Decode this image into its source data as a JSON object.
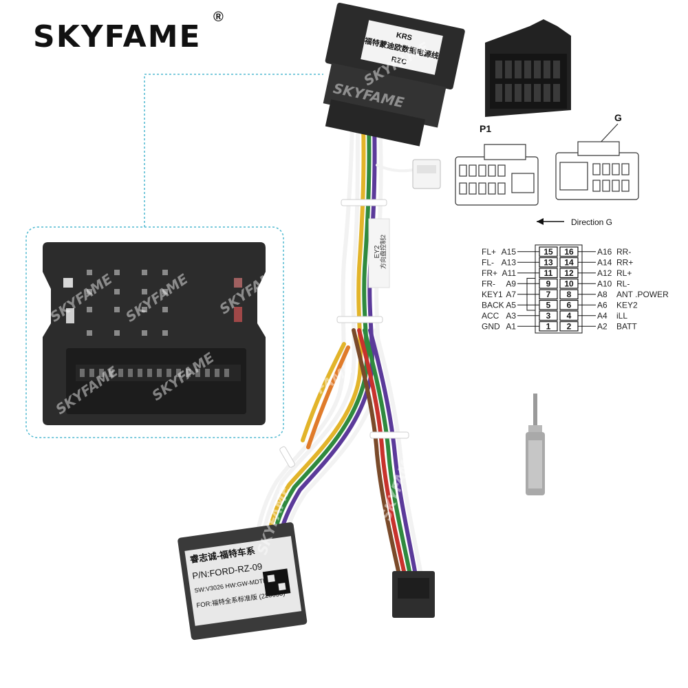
{
  "brand": {
    "name": "SKYFAME",
    "registered_mark": "®"
  },
  "connector_labels": {
    "P1": "P1",
    "G": "G",
    "direction": "Direction G"
  },
  "pinout": {
    "rows": [
      {
        "left_signal": "FL+",
        "left_code": "A15",
        "left_pin": "15",
        "right_pin": "16",
        "right_code": "A16",
        "right_signal": "RR-"
      },
      {
        "left_signal": "FL-",
        "left_code": "A13",
        "left_pin": "13",
        "right_pin": "14",
        "right_code": "A14",
        "right_signal": "RR+"
      },
      {
        "left_signal": "FR+",
        "left_code": "A11",
        "left_pin": "11",
        "right_pin": "12",
        "right_code": "A12",
        "right_signal": "RL+"
      },
      {
        "left_signal": "FR-",
        "left_code": "A9",
        "left_pin": "9",
        "right_pin": "10",
        "right_code": "A10",
        "right_signal": "RL-"
      },
      {
        "left_signal": "KEY1",
        "left_code": "A7",
        "left_pin": "7",
        "right_pin": "8",
        "right_code": "A8",
        "right_signal": "ANT .POWER"
      },
      {
        "left_signal": "BACK",
        "left_code": "A5",
        "left_pin": "5",
        "right_pin": "6",
        "right_code": "A6",
        "right_signal": "KEY2"
      },
      {
        "left_signal": "ACC",
        "left_code": "A3",
        "left_pin": "3",
        "right_pin": "4",
        "right_code": "A4",
        "right_signal": "iLL"
      },
      {
        "left_signal": "GND",
        "left_code": "A1",
        "left_pin": "1",
        "right_pin": "2",
        "right_code": "A2",
        "right_signal": "BATT"
      }
    ]
  },
  "top_connector_label": {
    "line1": "KRS",
    "line2": "福特蒙迪欧数据电源线",
    "line3": "RZC"
  },
  "wire_tag": {
    "line1": "EY2",
    "line2": "方向盘控制2"
  },
  "decoder_box": {
    "line1": "睿志诚-福特车系",
    "line2": "P/N:FORD-RZ-09",
    "line3": "SW:V3026  HW:GW-MDTL-0212",
    "line4": "FOR:福特全系标准版 (220630)"
  },
  "colors": {
    "dashed_outline": "#4fb9d0",
    "connector_body": "#2a2a2a",
    "wire_white": "#f2f2f2",
    "wire_green": "#2f8a3e",
    "wire_purple": "#5b3a9a",
    "wire_yellow": "#e2b42a",
    "wire_red": "#c8322c",
    "wire_brown": "#7a4a2a",
    "wire_orange": "#e07b2a"
  }
}
